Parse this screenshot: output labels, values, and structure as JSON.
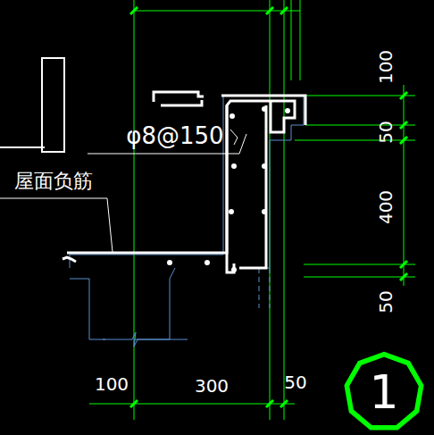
{
  "diagram": {
    "nodes": [
      {
        "text": [
          "1"
        ]
      }
    ],
    "labels": [
      "φ8@150",
      "屋面负筋",
      "100",
      "50",
      "400",
      "50",
      "100",
      "300",
      "50"
    ]
  }
}
